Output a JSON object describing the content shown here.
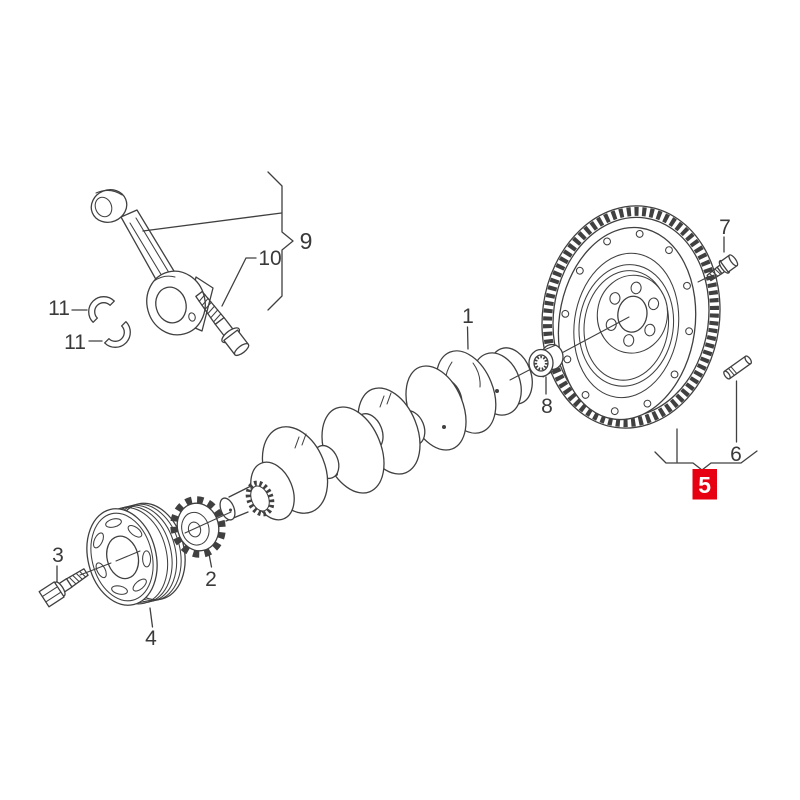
{
  "page": {
    "background": "#ffffff"
  },
  "colors": {
    "line": "#404040",
    "label": "#3a3a3a",
    "highlight": "#e60012",
    "highlight_text": "#ffffff",
    "part_fill": "#ffffff"
  },
  "labels": {
    "n1": "1",
    "n2": "2",
    "n3": "3",
    "n4": "4",
    "n5": "5",
    "n6": "6",
    "n7": "7",
    "n8": "8",
    "n9": "9",
    "n10": "10",
    "n11a": "11",
    "n11b": "11"
  }
}
